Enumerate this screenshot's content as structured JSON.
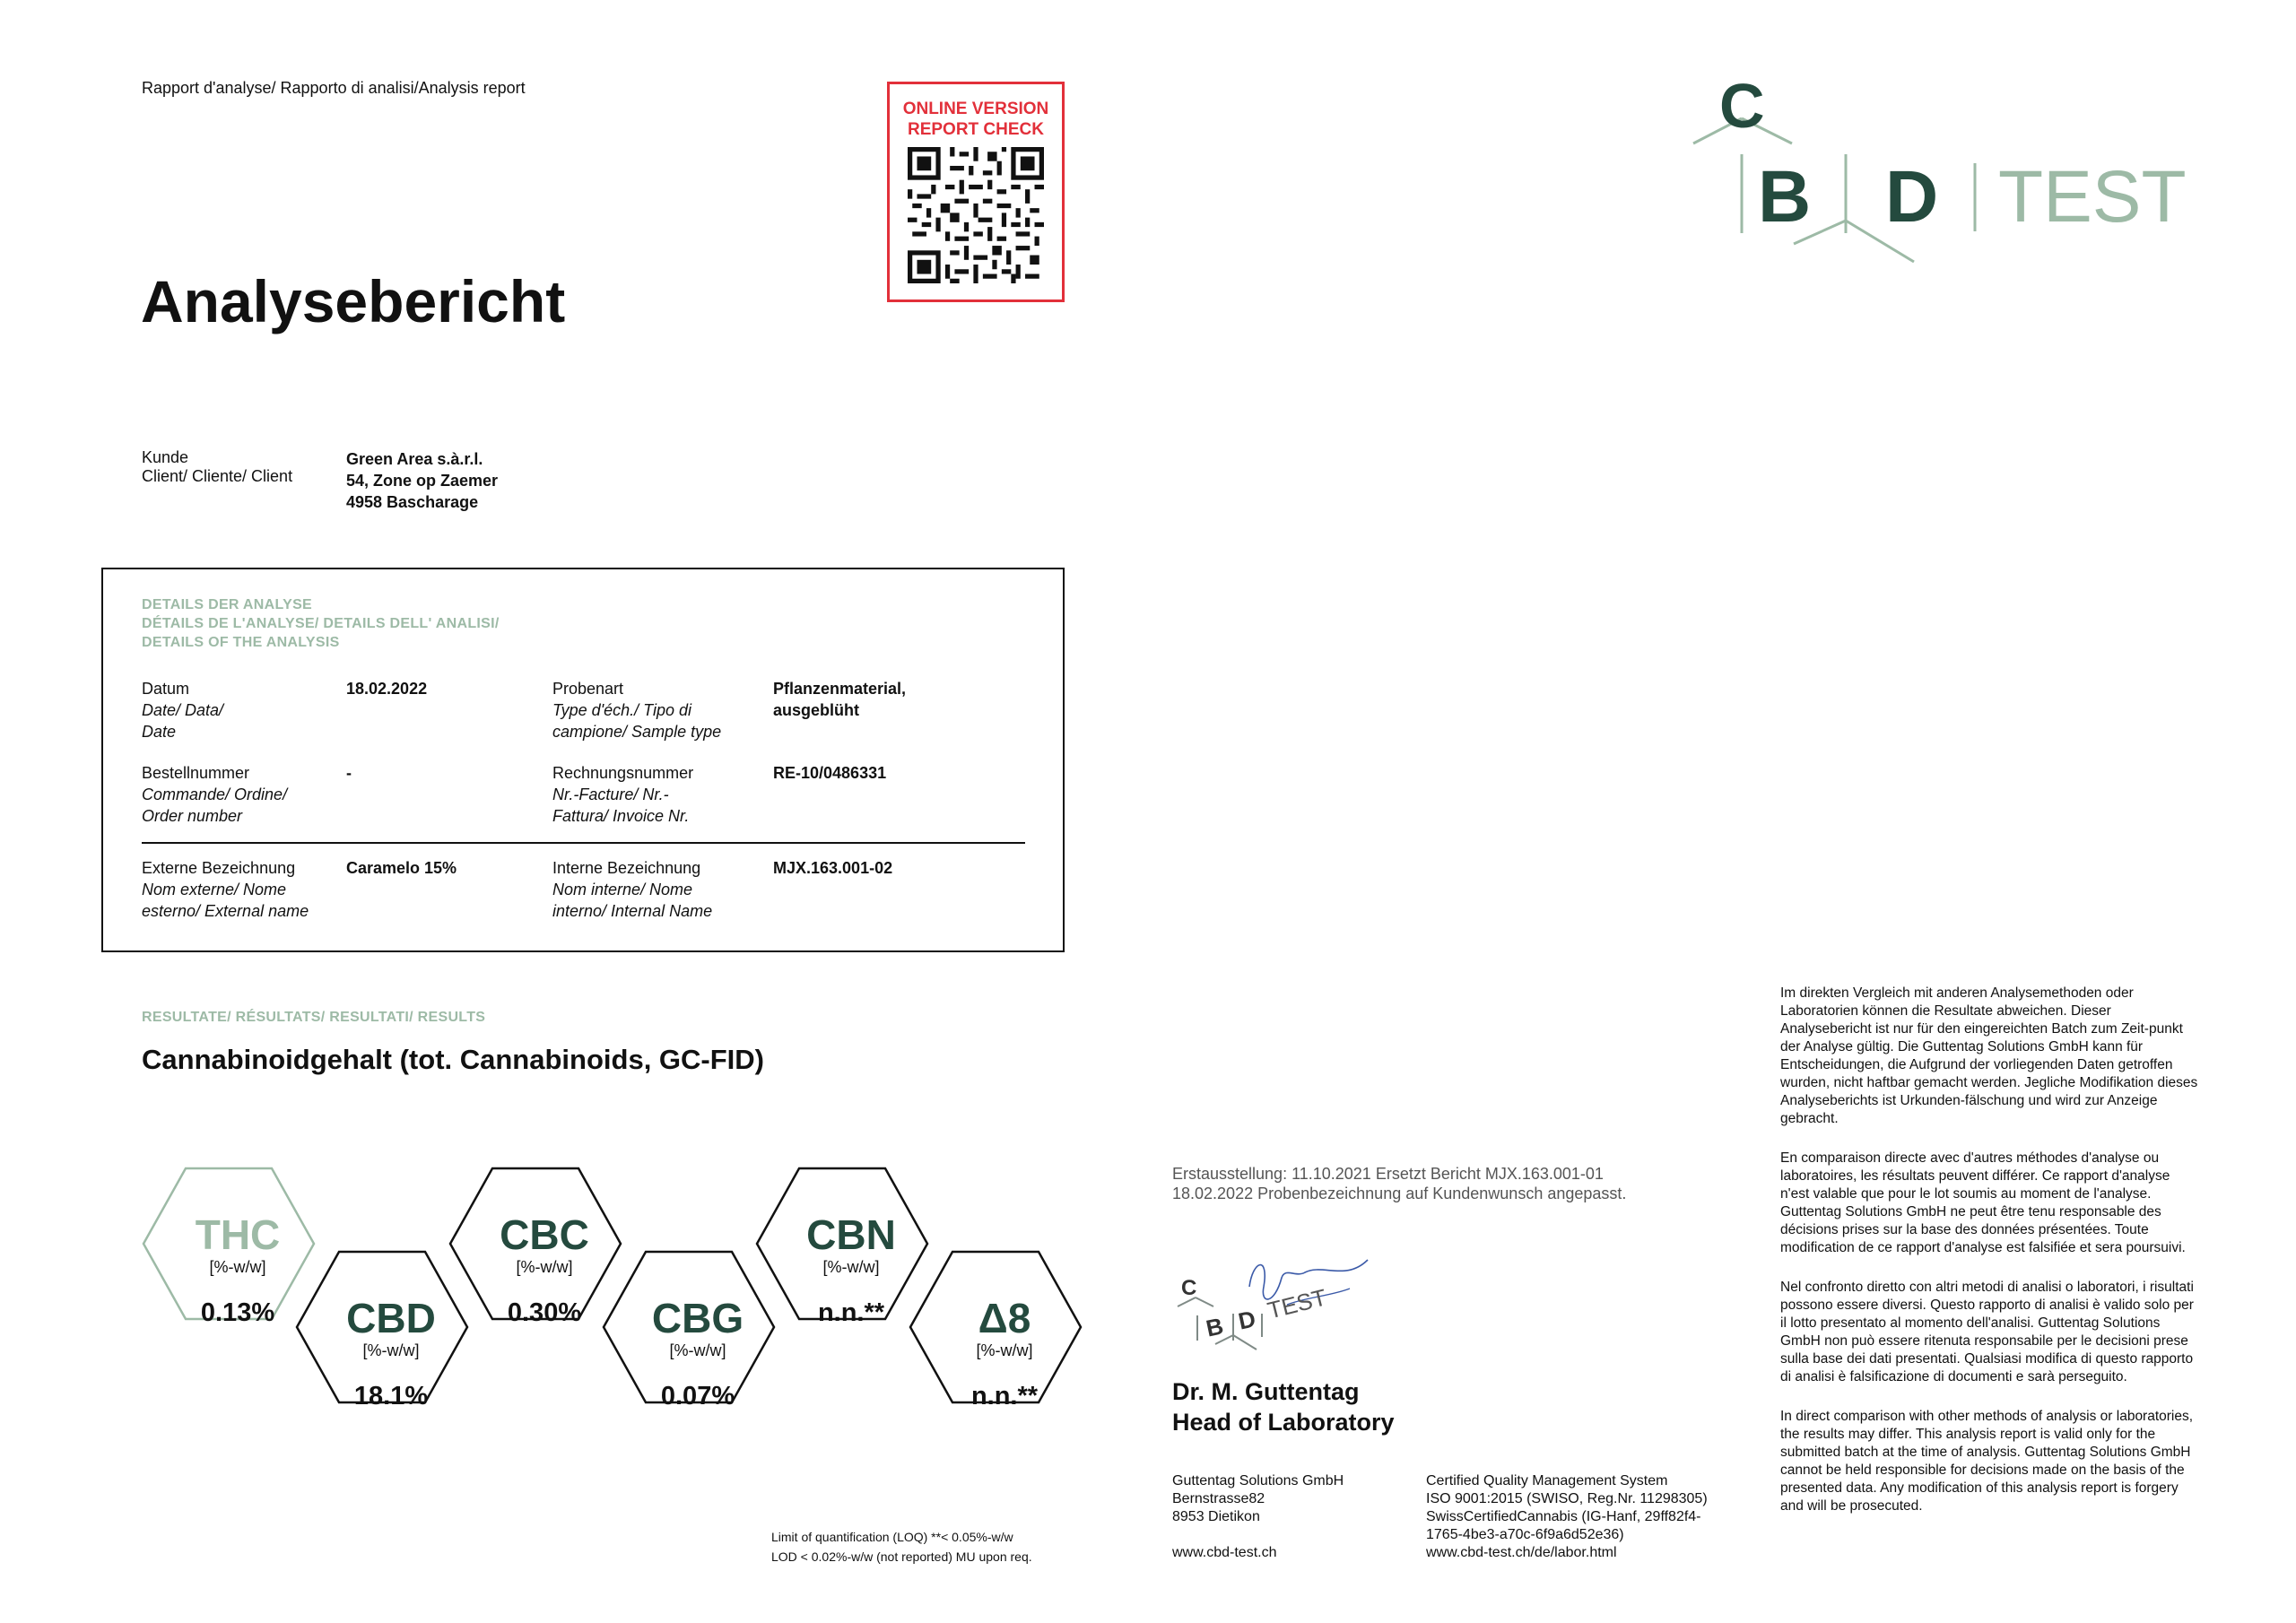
{
  "header": {
    "report_type": "Rapport d'analyse/ Rapporto di analisi/Analysis report",
    "title": "Analysebericht",
    "online_check_line1": "ONLINE VERSION",
    "online_check_line2": "REPORT CHECK"
  },
  "logo": {
    "c": "C",
    "b": "B",
    "d": "D",
    "test": "TEST"
  },
  "client": {
    "label1": "Kunde",
    "label2": "Client/ Cliente/ Client",
    "name": "Green Area s.à.r.l.",
    "street": "54, Zone op Zaemer",
    "city": "4958 Bascharage"
  },
  "details": {
    "heading1": "DETAILS DER ANALYSE",
    "heading2": "DÉTAILS DE L'ANALYSE/ DETAILS DELL' ANALISI/",
    "heading3": "DETAILS OF THE ANALYSIS",
    "date_label": "Datum",
    "date_sub1": "Date/ Data/",
    "date_sub2": "Date",
    "date_value": "18.02.2022",
    "sample_label": "Probenart",
    "sample_sub1": "Type d'éch./ Tipo di",
    "sample_sub2": "campione/ Sample type",
    "sample_value1": "Pflanzenmaterial,",
    "sample_value2": "ausgeblüht",
    "order_label": "Bestellnummer",
    "order_sub1": "Commande/ Ordine/",
    "order_sub2": "Order number",
    "order_value": "-",
    "invoice_label": "Rechnungsnummer",
    "invoice_sub1": "Nr.-Facture/ Nr.-",
    "invoice_sub2": "Fattura/ Invoice Nr.",
    "invoice_value": "RE-10/0486331",
    "ext_label": "Externe Bezeichnung",
    "ext_sub1": "Nom externe/ Nome",
    "ext_sub2": "esterno/ External name",
    "ext_value": "Caramelo 15%",
    "int_label": "Interne Bezeichnung",
    "int_sub1": "Nom interne/ Nome",
    "int_sub2": "interno/ Internal Name",
    "int_value": "MJX.163.001-02"
  },
  "results": {
    "heading": "RESULTATE/ RÉSULTATS/ RESULTATI/ RESULTS",
    "title": "Cannabinoidgehalt (tot. Cannabinoids, GC-FID)",
    "unit": "[%-w/w]",
    "hexes": [
      {
        "name": "THC",
        "value": "0.13%"
      },
      {
        "name": "CBD",
        "value": "18.1%"
      },
      {
        "name": "CBC",
        "value": "0.30%"
      },
      {
        "name": "CBG",
        "value": "0.07%"
      },
      {
        "name": "CBN",
        "value": "n.n.**"
      },
      {
        "name": "Δ8",
        "value": "n.n.**"
      }
    ],
    "loq": "Limit of quantification (LOQ) **< 0.05%-w/w",
    "lod": "LOD < 0.02%-w/w (not reported) MU upon req."
  },
  "issue_note": {
    "line1": "Erstausstellung: 11.10.2021 Ersetzt Bericht MJX.163.001-01",
    "line2": "18.02.2022 Probenbezeichnung auf Kundenwunsch angepasst."
  },
  "signature": {
    "name": "Dr. M. Guttentag",
    "role": "Head of Laboratory"
  },
  "footer": {
    "company": "Guttentag Solutions GmbH",
    "street": "Bernstrasse82",
    "city": "8953 Dietikon",
    "website": "www.cbd-test.ch",
    "cert_title": "Certified Quality Management System",
    "cert_iso": "ISO 9001:2015 (SWISO, Reg.Nr. 11298305)",
    "cert_scc": "SwissCertifiedCannabis (IG-Hanf, 29ff82f4-",
    "cert_id": "1765-4be3-a70c-6f9a6d52e36)",
    "cert_url": "www.cbd-test.ch/de/labor.html"
  },
  "disclaimers": {
    "de": "Im direkten Vergleich mit anderen Analysemethoden oder Laboratorien können die Resultate abweichen. Dieser Analysebericht ist nur für den eingereichten Batch zum Zeit-punkt der Analyse gültig. Die Guttentag Solutions GmbH kann für Entscheidungen, die Aufgrund der vorliegenden Daten getroffen wurden, nicht haftbar gemacht werden. Jegliche Modifikation dieses Analyseberichts ist Urkunden-fälschung und wird zur Anzeige gebracht.",
    "fr": "En comparaison directe avec d'autres méthodes d'analyse ou laboratoires, les résultats peuvent différer. Ce rapport d'analyse n'est valable que pour le lot soumis au moment de l'analyse. Guttentag Solutions GmbH ne peut être tenu responsable des décisions prises sur la base des données présentées. Toute modification de ce rapport d'analyse est falsifiée et sera poursuivi.",
    "it": "Nel confronto diretto con altri metodi di analisi o laboratori, i risultati possono essere diversi. Questo rapporto di analisi è valido solo per il lotto presentato al momento dell'analisi. Guttentag Solutions GmbH non può essere ritenuta responsabile per le decisioni prese sulla base dei dati presentati. Qualsiasi modifica di questo rapporto di analisi è falsificazione di documenti e sarà perseguito.",
    "en": "In direct comparison with other methods of analysis or laboratories, the results may differ. This analysis report is valid only for the submitted batch at the time of analysis. Guttentag Solutions GmbH cannot be held responsible for decisions made on the basis of the presented data. Any modification of this analysis report is forgery and will be prosecuted."
  },
  "colors": {
    "dark_green": "#244a3e",
    "light_green": "#9dbaa6",
    "red": "#e2303a"
  }
}
